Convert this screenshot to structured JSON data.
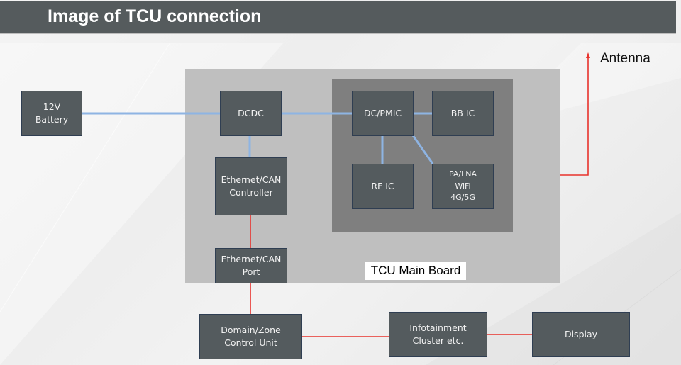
{
  "title": "Image of TCU connection",
  "colors": {
    "title_bar": "#555b5d",
    "block_fill": "#545b5e",
    "block_border": "#2f3e52",
    "board": "#bfbfbf",
    "inner_panel": "#7f7f7f",
    "power_line": "#8eb4e3",
    "signal_line": "#e8322c"
  },
  "board_label": "TCU Main Board",
  "antenna_label": "Antenna",
  "blocks": {
    "battery": "12V\nBattery",
    "dcdc": "DCDC",
    "eth_controller": "Ethernet/CAN\nController",
    "eth_port": "Ethernet/CAN\nPort",
    "dc_pmic": "DC/PMIC",
    "bb_ic": "BB IC",
    "rf_ic": "RF IC",
    "pa_lna": "PA/LNA\nWiFi\n4G/5G",
    "domain_zone": "Domain/Zone\nControl Unit",
    "infotainment": "Infotainment\nCluster etc.",
    "display": "Display"
  },
  "connections": [
    {
      "from": "battery",
      "to": "dcdc",
      "type": "power"
    },
    {
      "from": "dcdc",
      "to": "dc_pmic",
      "type": "power"
    },
    {
      "from": "dcdc",
      "to": "eth_controller",
      "type": "power"
    },
    {
      "from": "dc_pmic",
      "to": "bb_ic",
      "type": "power"
    },
    {
      "from": "dc_pmic",
      "to": "rf_ic",
      "type": "power"
    },
    {
      "from": "dc_pmic",
      "to": "pa_lna",
      "type": "power"
    },
    {
      "from": "eth_controller",
      "to": "eth_port",
      "type": "signal"
    },
    {
      "from": "eth_port",
      "to": "domain_zone",
      "type": "signal"
    },
    {
      "from": "domain_zone",
      "to": "infotainment",
      "type": "signal"
    },
    {
      "from": "infotainment",
      "to": "display",
      "type": "signal"
    },
    {
      "from": "board",
      "to": "antenna",
      "type": "signal"
    }
  ]
}
